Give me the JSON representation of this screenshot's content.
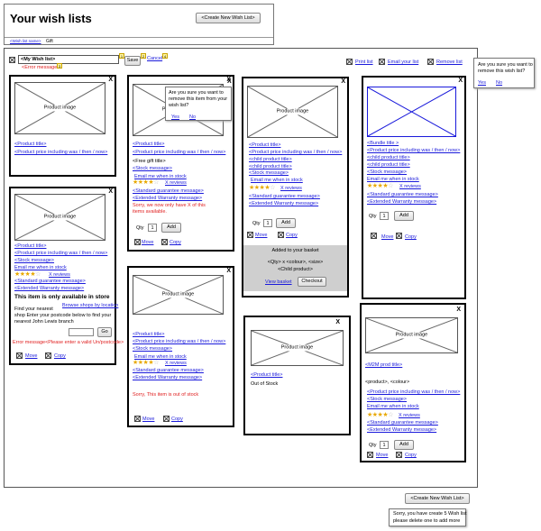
{
  "header": {
    "title": "Your wish lists",
    "create_button": "<Create New Wish List>"
  },
  "tabs": [
    {
      "label": "<Wish list name>"
    },
    {
      "label": "Gift"
    }
  ],
  "list_bar": {
    "name_value": "<My Wish list>",
    "save_label": "Save",
    "cancel_label": "Cancel",
    "error": "<Error message>",
    "badges": [
      "1",
      "2",
      "3",
      "4"
    ],
    "print": "Print list",
    "email": "Email your list",
    "remove": "Remove list"
  },
  "remove_list_tip": {
    "text": "Are you sure you want to remove this wish list?",
    "yes": "Yes",
    "no": "No"
  },
  "common": {
    "product_image": "Product image",
    "product_title": "<Product title>",
    "price": "<Product price including was / then / now>",
    "stock": "<Stock message>",
    "email_stock": "Email me when in stock",
    "reviews": "X reviews",
    "guarantee": "<Standard guarantee message>",
    "warranty": "<Extended Warranty message>",
    "qty_label": "Qty",
    "qty_value": "1",
    "add": "Add",
    "move": "Move",
    "copy": "Copy",
    "close": "X"
  },
  "card2": {
    "free_gift": "<Free gift title>",
    "error": "Sorry, we now only have X of this items available."
  },
  "remove_item_tip": {
    "text": "Are you sure you want to remove this item from your wish list?",
    "yes": "Yes",
    "no": "No"
  },
  "card3": {
    "child1": "<child product title>",
    "child2": "<child product title>",
    "basket_title": "Added to your basket",
    "basket_line1": "<Qty> x <colour>, <size>",
    "basket_line2": "<Child product>",
    "view_basket": "View basket",
    "checkout": "Checkout"
  },
  "card4": {
    "bundle_title": "<Bundle title >",
    "child1": "<child product title>",
    "child2": "<child product title>"
  },
  "card5": {
    "store_heading": "This item is only available in store",
    "browse": "Browse shops by location",
    "find1": "Find your nearest",
    "find2": "shop Enter your postcode below to find your",
    "find3": "nearest John Lewis branch",
    "go": "Go",
    "error": "Error message<Please enter a valid Un/postcode>"
  },
  "card6": {
    "error": "Sorry, This item is out of stock"
  },
  "card7": {
    "out_of_stock": "Out of Stock"
  },
  "card8": {
    "m2m_title": "<M2M prod title>",
    "variant": "<product>, <colour>"
  },
  "footer": {
    "create_button": "<Create New Wish List>",
    "tip_line1": "Sorry, you have create 5 Wish list",
    "tip_line2": "please delete one to add more"
  },
  "colors": {
    "link": "#1a1adb",
    "error": "#e02020",
    "stars": "#e8a800"
  }
}
